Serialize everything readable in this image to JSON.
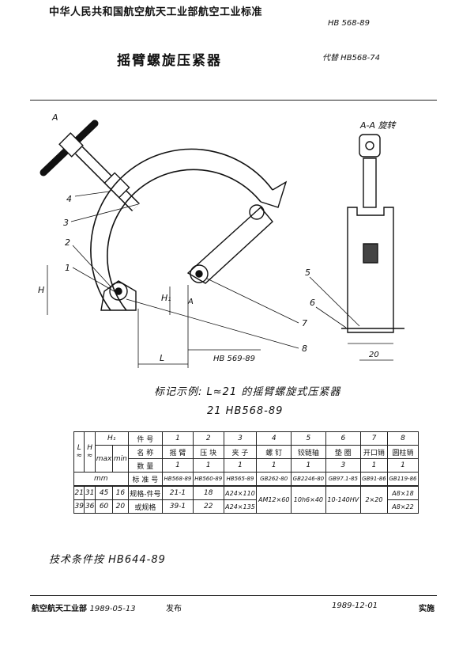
{
  "header": {
    "org_standard": "中华人民共和国航空航天工业部航空工业标准",
    "standard_no": "HB 568-89",
    "title": "摇臂螺旋压紧器",
    "replaces": "代替 HB568-74"
  },
  "drawing": {
    "section_label": "A-A 旋转",
    "view_mark_a": "A",
    "part_callouts": [
      "1",
      "2",
      "3",
      "4",
      "5",
      "6",
      "7",
      "8"
    ],
    "dim_labels": {
      "H": "H",
      "H1": "H₁",
      "L": "L",
      "width_20": "20"
    },
    "ref_standard": "HB 569-89"
  },
  "marking_example": {
    "line1": "标记示例:  L≈21 的摇臂螺旋式压紧器",
    "line2": "21   HB568-89"
  },
  "table": {
    "hdr_L": "L",
    "hdr_H": "H",
    "hdr_H1": "H₁",
    "hdr_approx": "≈",
    "hdr_max": "max",
    "hdr_min": "min",
    "hdr_mm": "mm",
    "lbl_item": "件  号",
    "lbl_name": "名   称",
    "lbl_qty": "数   量",
    "lbl_std": "标 准 号",
    "lbl_spec_item": "规格-件号",
    "lbl_spec": "或规格",
    "items": [
      "1",
      "2",
      "3",
      "4",
      "5",
      "6",
      "7",
      "8"
    ],
    "names": [
      "摇 臂",
      "压 块",
      "夹 子",
      "螺 钉",
      "铰链轴",
      "垫 圈",
      "开口销",
      "圆柱销"
    ],
    "qty": [
      "1",
      "1",
      "1",
      "1",
      "1",
      "3",
      "1",
      "1"
    ],
    "stds": [
      "HB568-89",
      "HB560-89",
      "HB565-89",
      "GB262-80",
      "GB2246-80",
      "GB97.1-85",
      "GB91-86",
      "GB119-86"
    ],
    "rows": [
      {
        "L": "21",
        "H": "31",
        "Hmax": "45",
        "Hmin": "16",
        "s1": "21-1",
        "s2": "18",
        "s3": "A24×110",
        "s4": "AM12×60",
        "s5": "10h6×40",
        "s6": "10-140HV",
        "s7": "2×20",
        "s8": "A8×18"
      },
      {
        "L": "39",
        "H": "36",
        "Hmax": "60",
        "Hmin": "20",
        "s1": "39-1",
        "s2": "22",
        "s3": "A24×135",
        "s8": "A8×22"
      }
    ]
  },
  "tech_req": "技术条件按 HB644-89",
  "footer": {
    "issuer": "航空航天工业部",
    "issue_date": "1989-05-13",
    "issue_word": "发布",
    "impl_date": "1989-12-01",
    "impl_word": "实施"
  }
}
